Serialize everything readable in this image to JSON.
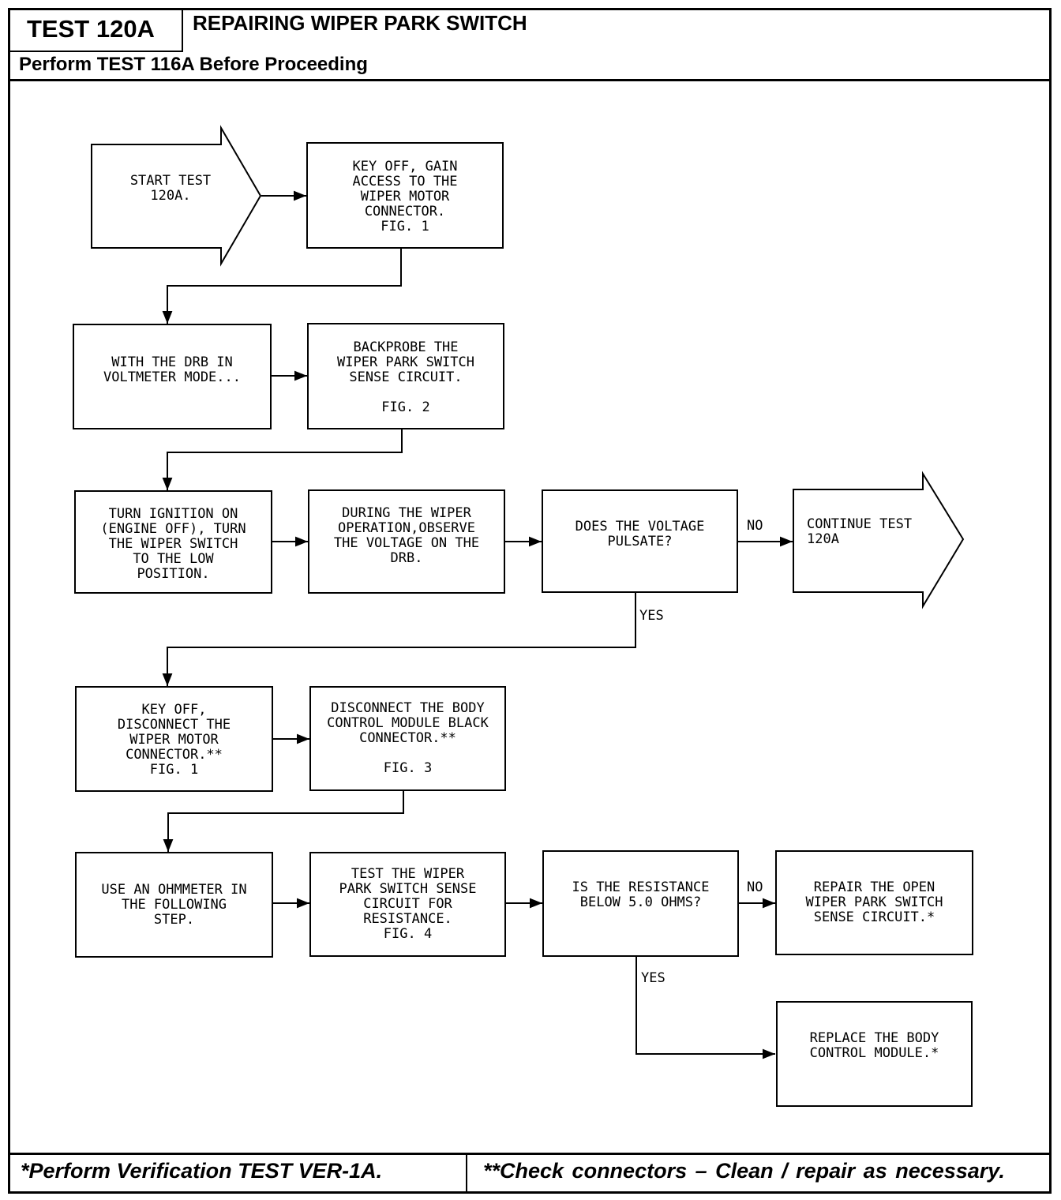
{
  "header": {
    "test_id": "TEST 120A",
    "title": "REPAIRING WIPER PARK SWITCH",
    "prerequisite": "Perform TEST 116A Before Proceeding"
  },
  "footer": {
    "left_note": "*Perform Verification TEST VER-1A.",
    "right_note": "**Check connectors – Clean / repair as necessary."
  },
  "flow": {
    "start": "START TEST\n120A.",
    "key_off_access": "KEY OFF, GAIN\nACCESS TO THE\nWIPER MOTOR\nCONNECTOR.\nFIG. 1",
    "drb_voltmeter": "WITH THE DRB IN\nVOLTMETER MODE...",
    "backprobe": "BACKPROBE THE\nWIPER PARK SWITCH\nSENSE CIRCUIT.\n\nFIG. 2",
    "ignition_on": "TURN IGNITION ON\n(ENGINE OFF), TURN\nTHE WIPER SWITCH\nTO THE LOW\nPOSITION.",
    "observe_voltage": "DURING THE WIPER\nOPERATION,OBSERVE\nTHE VOLTAGE ON THE\nDRB.",
    "voltage_pulsate": "DOES THE VOLTAGE\nPULSATE?",
    "continue_test": "CONTINUE TEST\n120A",
    "disconnect_motor": "KEY OFF,\nDISCONNECT THE\nWIPER MOTOR\nCONNECTOR.**\nFIG. 1",
    "disconnect_bcm": "DISCONNECT THE BODY\nCONTROL MODULE BLACK\nCONNECTOR.**\n\nFIG. 3",
    "use_ohmmeter": "USE AN OHMMETER IN\nTHE FOLLOWING\nSTEP.",
    "test_resistance": "TEST THE WIPER\nPARK SWITCH SENSE\nCIRCUIT FOR\nRESISTANCE.\nFIG. 4",
    "resistance_check": "IS THE RESISTANCE\nBELOW 5.0 OHMS?",
    "repair_open": "REPAIR THE OPEN\nWIPER PARK SWITCH\nSENSE CIRCUIT.*",
    "replace_bcm": "REPLACE THE BODY\nCONTROL MODULE.*"
  },
  "edge_labels": {
    "no_1": "NO",
    "yes_1": "YES",
    "no_2": "NO",
    "yes_2": "YES"
  }
}
